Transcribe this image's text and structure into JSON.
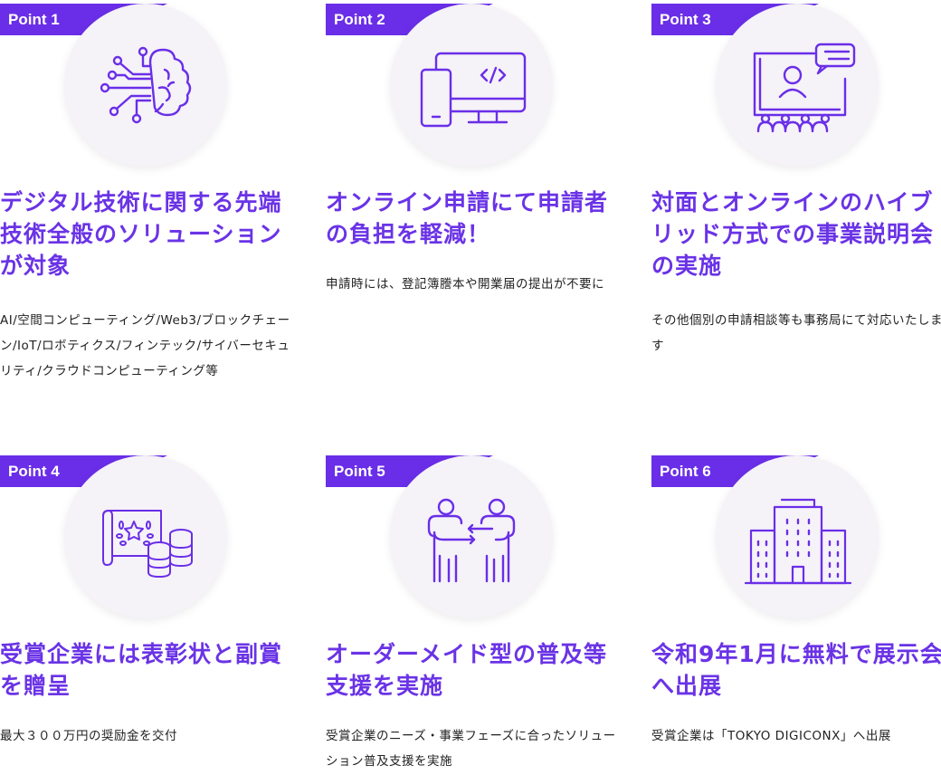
{
  "accent_color": "#6a2ee8",
  "points": [
    {
      "badge": "Point 1",
      "icon": "brain-circuit-icon",
      "title": "デジタル技術に関する先端技術全般のソリューションが対象",
      "description": "AI/空間コンピューティング/Web3/ブロックチェーン/IoT/ロボティクス/フィンテック/サイバーセキュリティ/クラウドコンピューティング等"
    },
    {
      "badge": "Point 2",
      "icon": "devices-code-icon",
      "title": "オンライン申請にて申請者の負担を軽減！",
      "description": "申請時には、登記簿謄本や開業届の提出が不要に"
    },
    {
      "badge": "Point 3",
      "icon": "presentation-audience-icon",
      "title": "対面とオンラインのハイブリッド方式での事業説明会の実施",
      "description": "その他個別の申請相談等も事務局にて対応いたします"
    },
    {
      "badge": "Point 4",
      "icon": "certificate-coins-icon",
      "title": "受賞企業には表彰状と副賞を贈呈",
      "description": "最大３００万円の奨励金を交付"
    },
    {
      "badge": "Point 5",
      "icon": "handover-people-icon",
      "title": "オーダーメイド型の普及等支援を実施",
      "description": "受賞企業のニーズ・事業フェーズに合ったソリューション普及支援を実施"
    },
    {
      "badge": "Point 6",
      "icon": "office-buildings-icon",
      "title": "令和9年1月に無料で展示会へ出展",
      "description": "受賞企業は「TOKYO DIGICONX」へ出展"
    }
  ]
}
